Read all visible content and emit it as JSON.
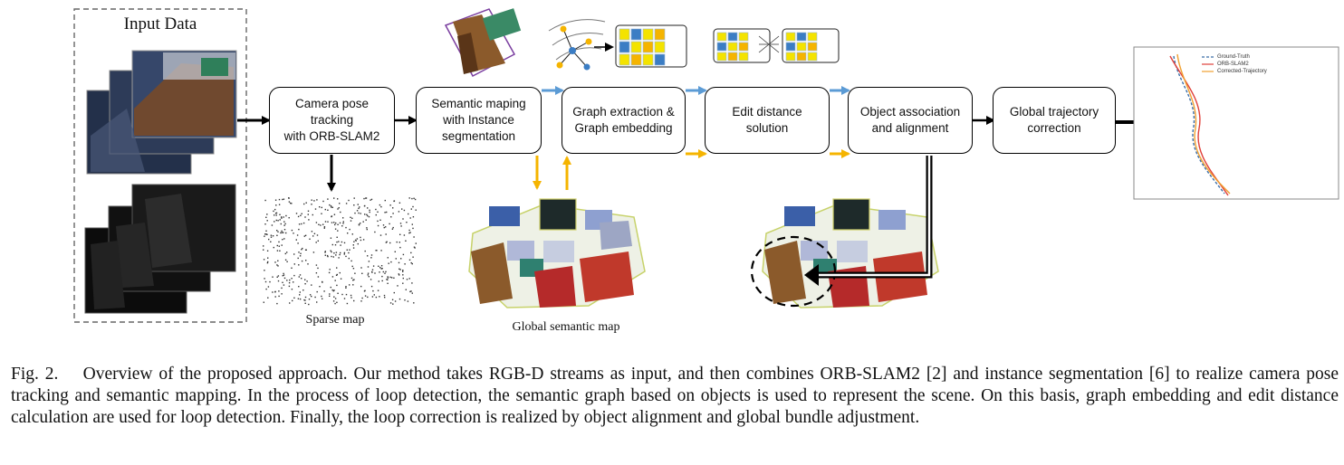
{
  "input_panel": {
    "title": "Input Data"
  },
  "pipeline": {
    "camera_pose_tracking": "Camera pose tracking\nwith ORB-SLAM2",
    "semantic_mapping": "Semantic maping\nwith Instance\nsegmentation",
    "graph_extraction": "Graph extraction &\nGraph embedding",
    "edit_distance": "Edit distance\nsolution",
    "object_association": "Object association\nand alignment",
    "trajectory_correction": "Global trajectory\ncorrection"
  },
  "maps": {
    "sparse_map_label": "Sparse map",
    "semantic_map_label": "Global semantic map"
  },
  "trajectory_legend": [
    "Ground-Truth",
    "ORB-SLAM2",
    "Corrected-Trajectory"
  ],
  "caption": {
    "label": "Fig. 2.",
    "text": "Overview of the proposed approach. Our method takes RGB-D streams as input, and then combines ORB-SLAM2 [2] and instance segmentation [6] to realize camera pose tracking and semantic mapping. In the process of loop detection, the semantic graph based on objects is used to represent the scene. On this basis, graph embedding and edit distance calculation are used for loop detection. Finally, the loop correction is realized by object alignment and global bundle adjustment."
  },
  "colors": {
    "blue_arrow": "#5b9bd5",
    "orange_arrow": "#f5b400",
    "trajectory_ground_truth": "#3b6ea8",
    "trajectory_orb_slam2": "#e0403a",
    "trajectory_corrected": "#f0a030"
  }
}
